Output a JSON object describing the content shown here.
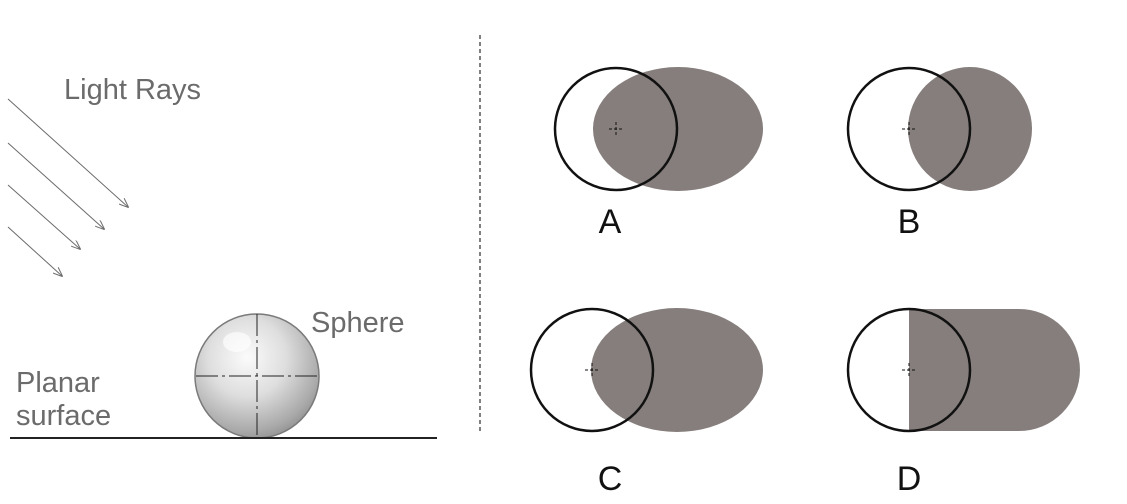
{
  "left_panel": {
    "light_rays_label": "Light Rays",
    "sphere_label": "Sphere",
    "surface_label_line1": "Planar",
    "surface_label_line2": "surface"
  },
  "options": [
    {
      "letter": "A"
    },
    {
      "letter": "B"
    },
    {
      "letter": "C"
    },
    {
      "letter": "D"
    }
  ],
  "colors": {
    "shadow": "#857e7c",
    "label_gray": "#6b6b6b",
    "outline": "#111111",
    "sphere_light": "#f2f2f2",
    "sphere_dark": "#8e8e8e"
  }
}
